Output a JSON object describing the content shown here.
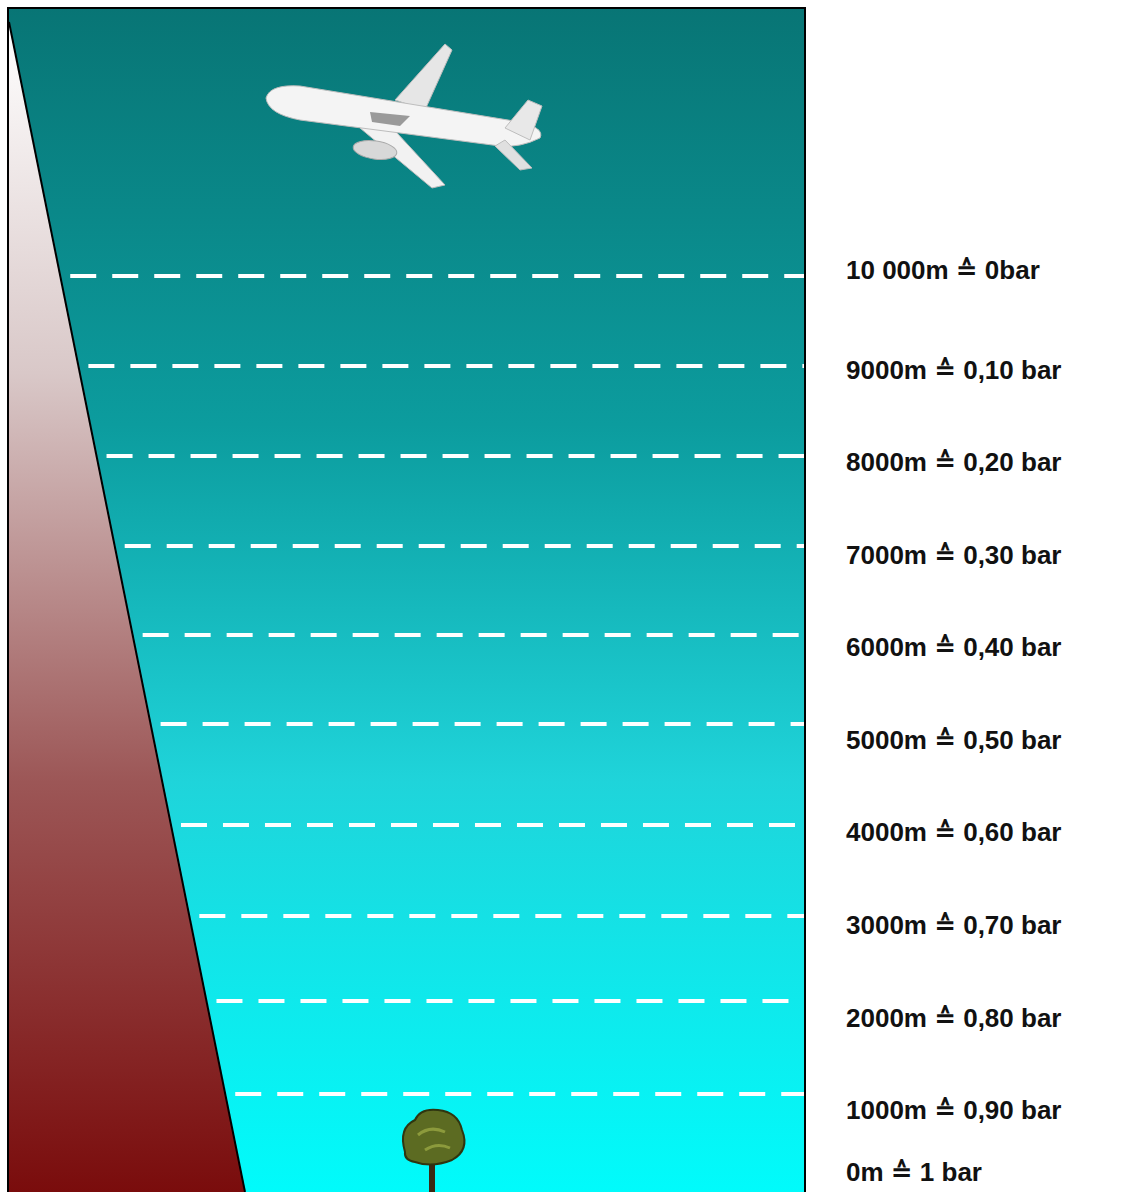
{
  "diagram": {
    "labels": [
      "10 000m ≙ 0bar",
      "9000m ≙ 0,10 bar",
      "8000m ≙ 0,20 bar",
      "7000m ≙ 0,30 bar",
      "6000m ≙ 0,40 bar",
      "5000m ≙ 0,50 bar",
      "4000m ≙ 0,60 bar",
      "3000m ≙ 0,70 bar",
      "2000m ≙ 0,80 bar",
      "1000m ≙ 0,90 bar",
      "0m ≙ 1 bar"
    ]
  }
}
